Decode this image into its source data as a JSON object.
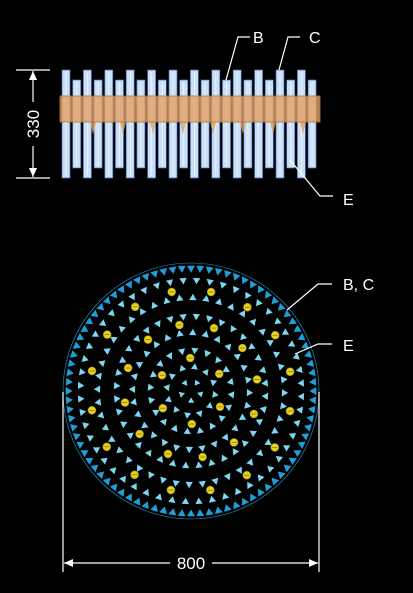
{
  "side_view": {
    "height_dimension": "330",
    "callouts": {
      "b": "B",
      "c": "C",
      "e": "E"
    }
  },
  "plan_view": {
    "width_dimension": "800",
    "callouts": {
      "bc": "B, C",
      "e": "E"
    }
  },
  "colors": {
    "background": "#000000",
    "outer_ring": "#1e9fd8",
    "inner_elements": "#7fd6ef",
    "yellow_rods": "#e6d21e",
    "plate": "#e3a064",
    "rod_fill": "#c8dff5",
    "rod_stroke": "#4a6fb5",
    "lines": "#ffffff"
  }
}
